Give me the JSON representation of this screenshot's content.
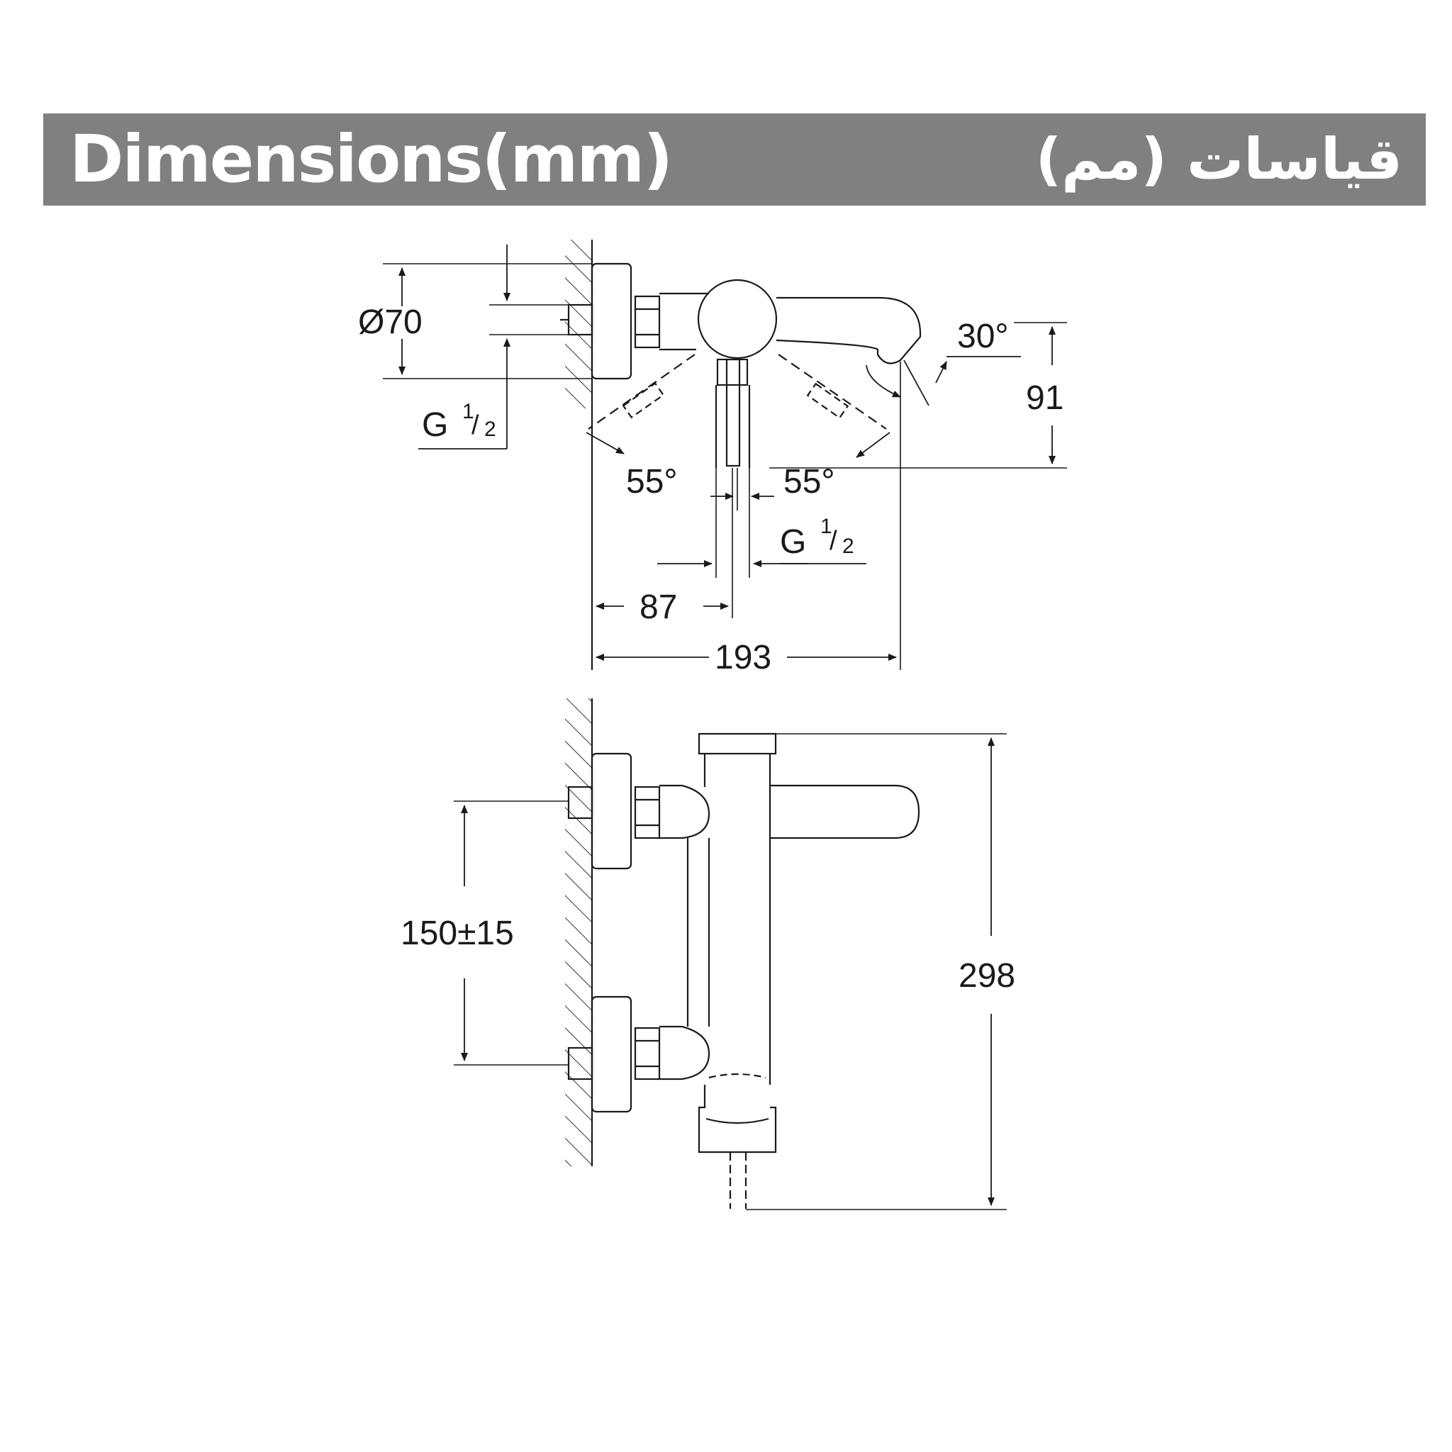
{
  "header": {
    "title_en": "Dimensions(mm)",
    "title_ar": "قياسات (مم)",
    "background_color": "#808080",
    "text_color": "#ffffff"
  },
  "top_view": {
    "rosette_diameter": "Ø70",
    "inlet_thread": "G",
    "inlet_thread_num": "1",
    "inlet_thread_den": "2",
    "spout_angle": "30°",
    "spout_height": "91",
    "handle_angle_left": "55°",
    "handle_angle_right": "55°",
    "outlet_thread": "G",
    "outlet_thread_num": "1",
    "outlet_thread_den": "2",
    "outlet_offset": "87",
    "total_projection": "193"
  },
  "front_view": {
    "inlet_centers": "150±15",
    "total_height": "298"
  }
}
